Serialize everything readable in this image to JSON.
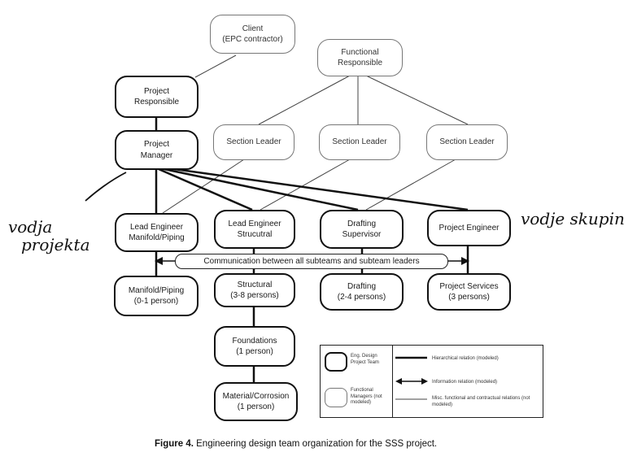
{
  "nodes": {
    "client": {
      "l1": "Client",
      "l2": "(EPC contractor)"
    },
    "functional_responsible": {
      "l1": "Functional",
      "l2": "Responsible"
    },
    "project_responsible": {
      "l1": "Project",
      "l2": "Responsible"
    },
    "project_manager": {
      "l1": "Project",
      "l2": "Manager"
    },
    "section_leader_1": {
      "l1": "Section Leader"
    },
    "section_leader_2": {
      "l1": "Section Leader"
    },
    "section_leader_3": {
      "l1": "Section Leader"
    },
    "lead_engineer_manifold": {
      "l1": "Lead Engineer",
      "l2": "Manifold/Piping"
    },
    "lead_engineer_structural": {
      "l1": "Lead Engineer",
      "l2": "Strucutral"
    },
    "drafting_supervisor": {
      "l1": "Drafting",
      "l2": "Supervisor"
    },
    "project_engineer": {
      "l1": "Project Engineer"
    },
    "manifold_piping": {
      "l1": "Manifold/Piping",
      "l2": "(0-1 person)"
    },
    "structural": {
      "l1": "Structural",
      "l2": "(3-8 persons)"
    },
    "drafting": {
      "l1": "Drafting",
      "l2": "(2-4 persons)"
    },
    "project_services": {
      "l1": "Project Services",
      "l2": "(3 persons)"
    },
    "foundations": {
      "l1": "Foundations",
      "l2": "(1 person)"
    },
    "material_corrosion": {
      "l1": "Material/Corrosion",
      "l2": "(1 person)"
    }
  },
  "communication_label": "Communication between all subteams and subteam leaders",
  "legend": {
    "eng_team": "Eng. Design Project Team",
    "functional_managers": "Functional Managers (not modeled)",
    "hierarchical": "Hierarchical relation (modeled)",
    "information": "Information relation (modeled)",
    "misc": "Misc. functional and contractual relations (not modeled)"
  },
  "annotations": {
    "left_line1": "vodja",
    "left_line2": "projekta",
    "right": "vodje skupin"
  },
  "caption": {
    "label": "Figure 4.",
    "text": "Engineering design team organization for the SSS project."
  }
}
